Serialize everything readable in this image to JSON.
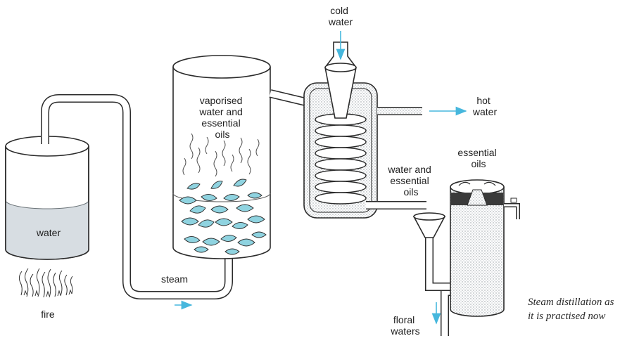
{
  "labels": {
    "cold_water": [
      "cold",
      "water"
    ],
    "hot_water": [
      "hot",
      "water"
    ],
    "vaporised": [
      "vaporised",
      "water and",
      "essential",
      "oils"
    ],
    "water_and_oils": [
      "water and",
      "essential",
      "oils"
    ],
    "essential_oils": [
      "essential",
      "oils"
    ],
    "water": "water",
    "fire": "fire",
    "steam": "steam",
    "floral_waters": [
      "floral",
      "waters"
    ],
    "caption": [
      "Steam distillation as",
      "it is practised now"
    ]
  },
  "colors": {
    "ink": "#2b2b2b",
    "water_fill": "#d7dde2",
    "dots": "#9aa3a8",
    "arrow": "#46b7dd",
    "leaf": "#8fd3e0",
    "oil_layer": "#3a3a3a"
  }
}
